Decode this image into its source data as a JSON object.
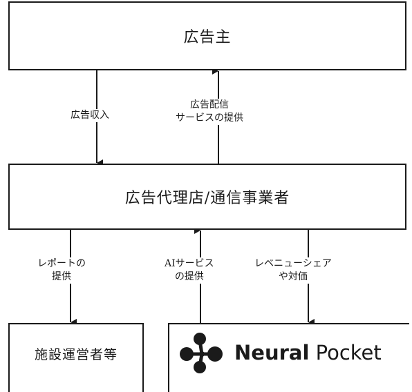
{
  "diagram": {
    "nodes": {
      "advertiser": "広告主",
      "agency": "広告代理店/通信事業者",
      "facility_operator": "施設運営者等"
    },
    "edges": {
      "ad_revenue": [
        "広告収入"
      ],
      "ad_delivery_service": [
        "広告配信",
        "サービスの提供"
      ],
      "report_provision": [
        "レポートの",
        "提供"
      ],
      "ai_service_provision": [
        "AIサービス",
        "の提供"
      ],
      "revenue_share": [
        "レベニューシェア",
        "や対価"
      ]
    },
    "logo": {
      "name_bold": "Neural",
      "name_regular": "Pocket",
      "mark": "neural-pocket-logo-mark"
    }
  }
}
